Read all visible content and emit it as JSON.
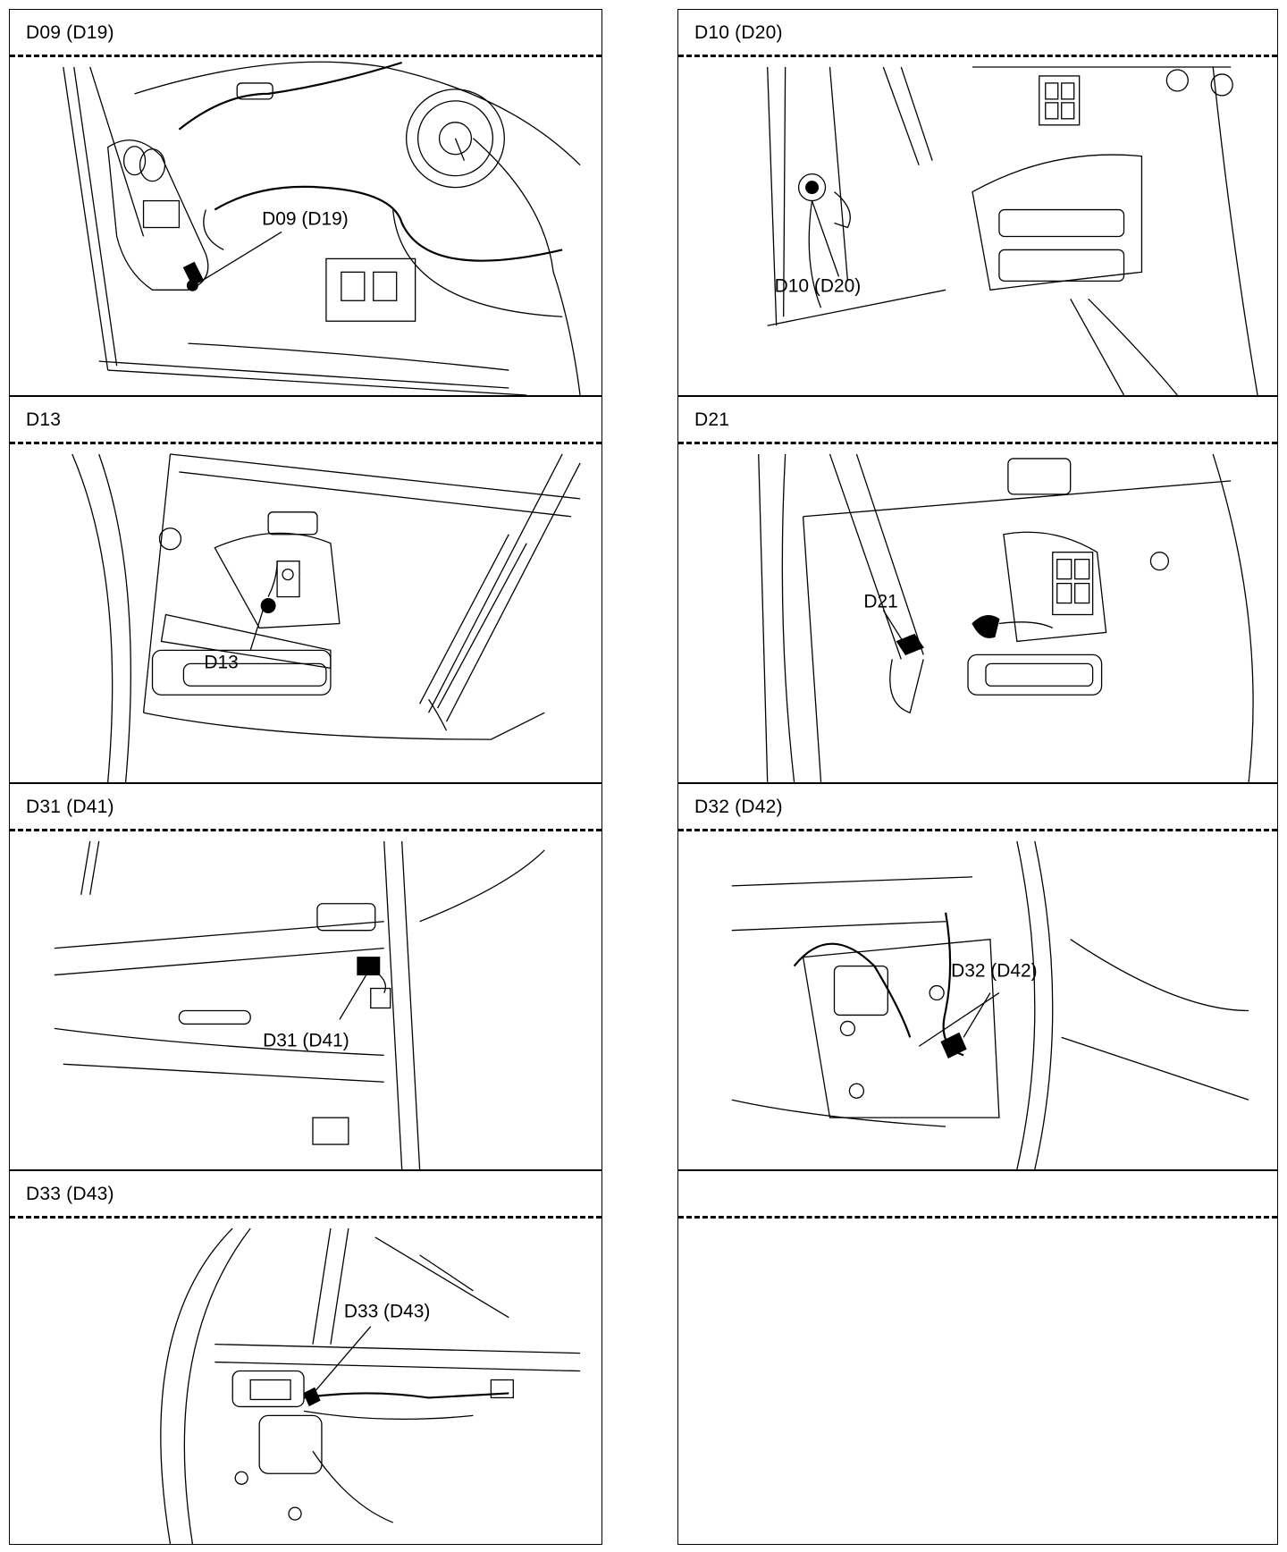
{
  "panels": {
    "d09": {
      "title": "D09 (D19)",
      "callout": "D09 (D19)"
    },
    "d10": {
      "title": "D10 (D20)",
      "callout": "D10 (D20)"
    },
    "d13": {
      "title": "D13",
      "callout": "D13"
    },
    "d21": {
      "title": "D21",
      "callout": "D21"
    },
    "d31": {
      "title": "D31 (D41)",
      "callout": "D31 (D41)"
    },
    "d32": {
      "title": "D32 (D42)",
      "callout": "D32 (D42)"
    },
    "d33": {
      "title": "D33 (D43)",
      "callout": "D33 (D43)"
    },
    "empty": {
      "title": ""
    }
  }
}
